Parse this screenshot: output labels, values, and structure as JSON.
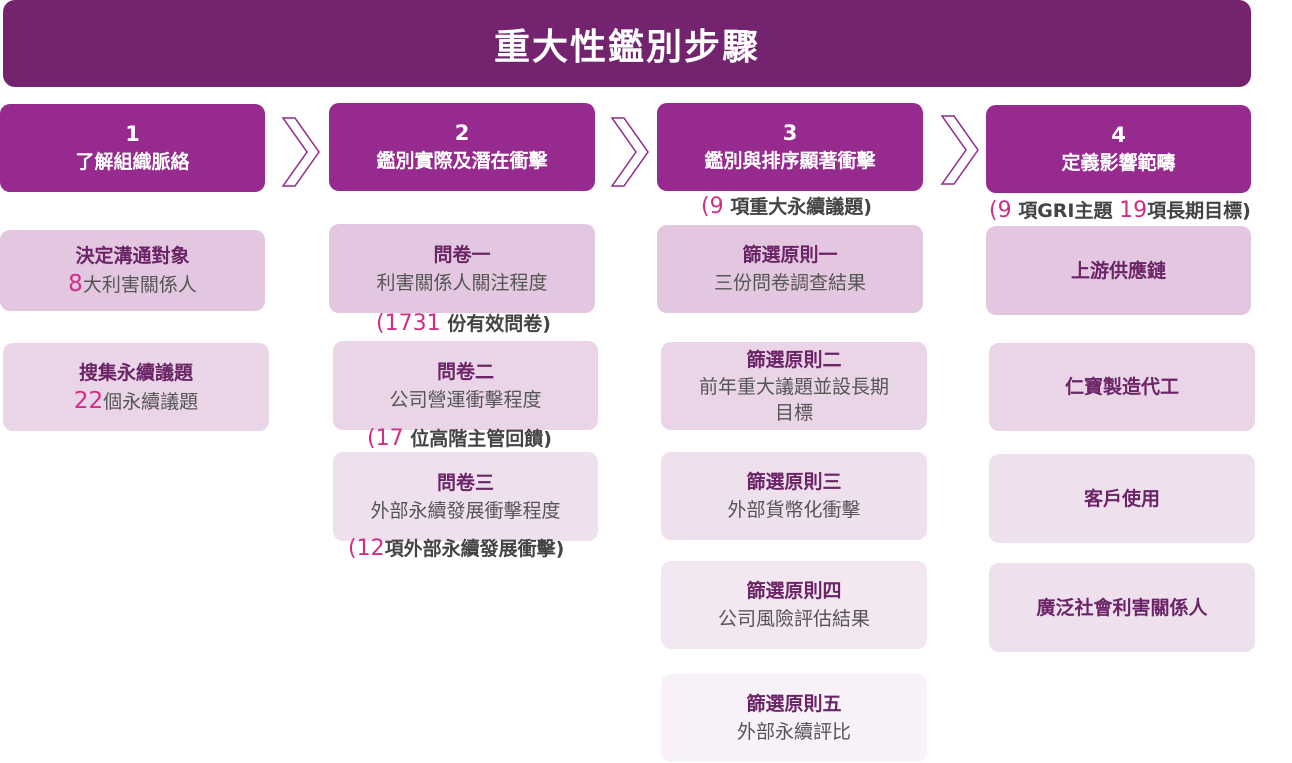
{
  "title": "重大性鑑別步驟",
  "steps": [
    {
      "num": "1",
      "label": "了解組織脈絡"
    },
    {
      "num": "2",
      "label": "鑑別實際及潛在衝擊"
    },
    {
      "num": "3",
      "label": "鑑別與排序顯著衝擊"
    },
    {
      "num": "4",
      "label": "定義影響範疇"
    }
  ],
  "col1": [
    {
      "heading": "決定溝通對象",
      "count": "8",
      "text": "大利害關係人"
    },
    {
      "heading": "搜集永續議題",
      "count": "22",
      "text": "個永續議題"
    }
  ],
  "col2": [
    {
      "heading": "問卷一",
      "text": "利害關係人關注程度"
    },
    {
      "heading": "問卷二",
      "text": "公司營運衝擊程度"
    },
    {
      "heading": "問卷三",
      "text": "外部永續發展衝擊程度"
    }
  ],
  "col2_notes": [
    {
      "open": "(",
      "num": "1731",
      "text": " 份有效問卷)"
    },
    {
      "open": "(",
      "num": "17",
      "text": " 位高階主管回饋)"
    },
    {
      "open": "(",
      "num": "12",
      "text": "項外部永續發展衝擊)"
    }
  ],
  "col3_note": {
    "open": "(",
    "num": "9",
    "text": " 項重大永續議題)"
  },
  "col3": [
    {
      "heading": "篩選原則一",
      "line1": "三份問卷調查結果",
      "line2": ""
    },
    {
      "heading": "篩選原則二",
      "line1": "前年重大議題並設長期",
      "line2": "目標"
    },
    {
      "heading": "篩選原則三",
      "line1": "外部貨幣化衝擊",
      "line2": ""
    },
    {
      "heading": "篩選原則四",
      "line1": "公司風險評估結果",
      "line2": ""
    },
    {
      "heading": "篩選原則五",
      "line1": "外部永續評比",
      "line2": ""
    }
  ],
  "col4_note": {
    "open": "(",
    "num1": "9",
    "text1": " 項GRI主題 ",
    "num2": "19",
    "text2": "項長期目標)"
  },
  "col4": [
    {
      "label": "上游供應鏈"
    },
    {
      "label": "仁寶製造代工"
    },
    {
      "label": "客戶使用"
    },
    {
      "label": "廣泛社會利害關係人"
    }
  ],
  "colors": {
    "title_bg": "#74236f",
    "step_bg": "#962a8f",
    "accent": "#cf2e86",
    "chevron": "#8e2a89"
  }
}
